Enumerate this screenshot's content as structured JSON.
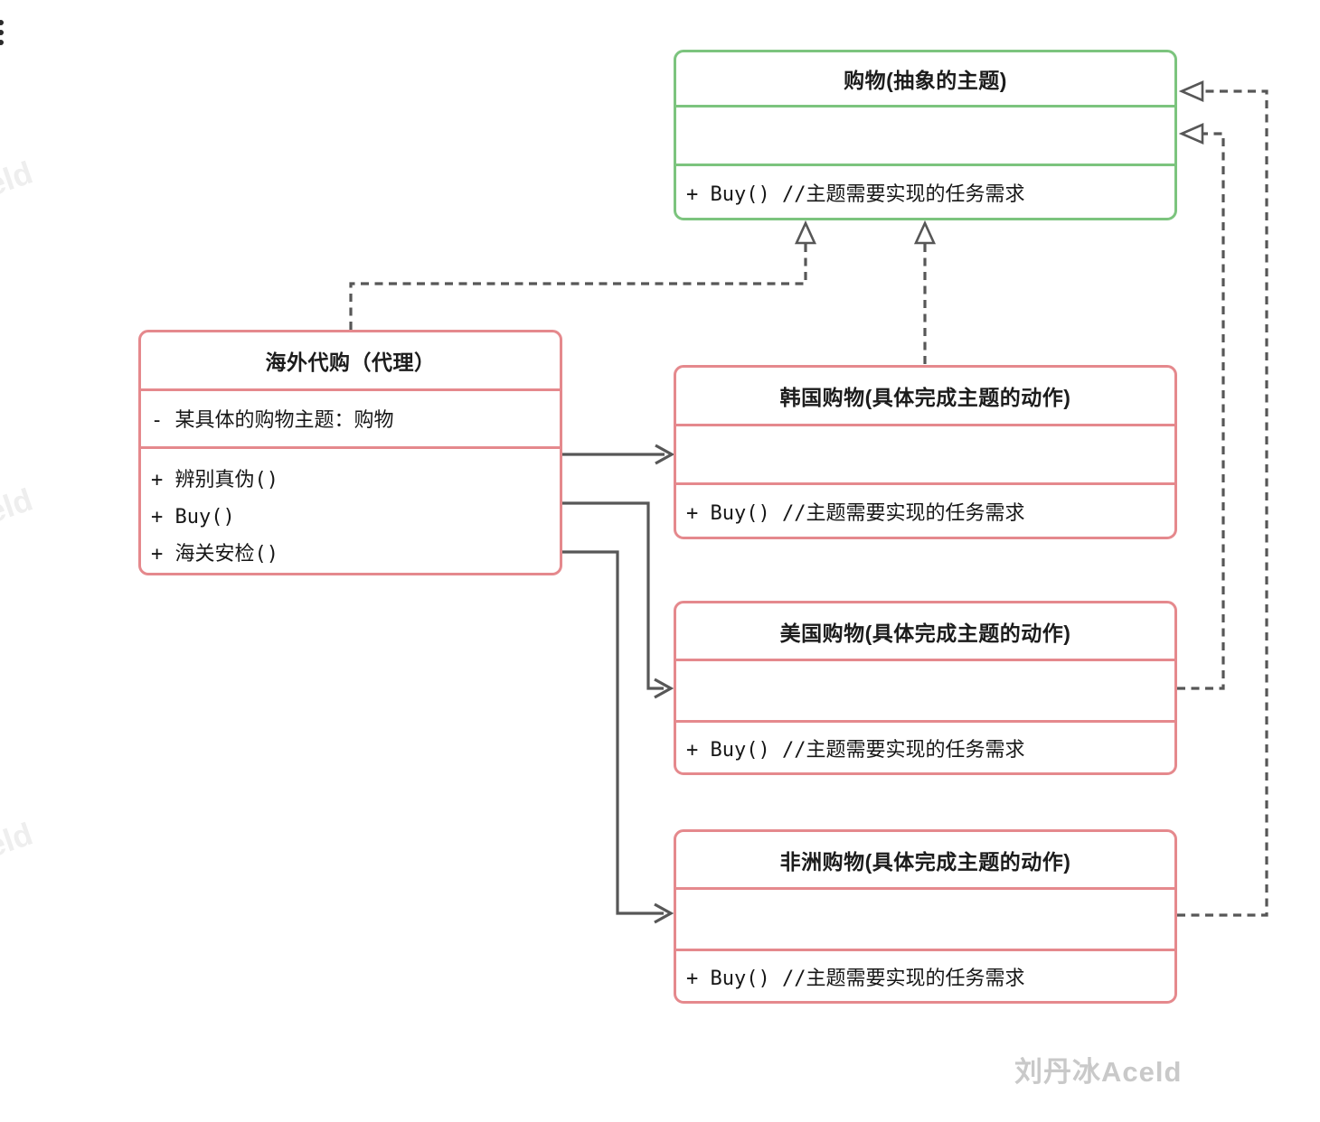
{
  "page": {
    "watermark_text": "刘丹冰Aceld",
    "edge_watermark_text": "Aceld"
  },
  "colors": {
    "abstract-border": "#7cc47e",
    "concrete-border": "#e5898d",
    "connector": "#575757",
    "watermark": "#c9c9c9",
    "edge-watermark": "#eeeeee"
  },
  "classes": {
    "abstract_subject": {
      "title": "购物(抽象的主题)",
      "attributes": [],
      "methods": [
        "+ Buy() //主题需要实现的任务需求"
      ]
    },
    "proxy": {
      "title": "海外代购（代理）",
      "attributes": [
        "- 某具体的购物主题：购物"
      ],
      "methods": [
        "+ 辨别真伪()",
        "+ Buy()",
        "+ 海关安检()"
      ]
    },
    "korea": {
      "title": "韩国购物(具体完成主题的动作)",
      "attributes": [],
      "methods": [
        "+ Buy() //主题需要实现的任务需求"
      ]
    },
    "usa": {
      "title": "美国购物(具体完成主题的动作)",
      "attributes": [],
      "methods": [
        "+ Buy() //主题需要实现的任务需求"
      ]
    },
    "africa": {
      "title": "非洲购物(具体完成主题的动作)",
      "attributes": [],
      "methods": [
        "+ Buy() //主题需要实现的任务需求"
      ]
    }
  },
  "relations": [
    {
      "from": "proxy",
      "to": "abstract_subject",
      "type": "realization (dashed, hollow triangle)"
    },
    {
      "from": "korea",
      "to": "abstract_subject",
      "type": "realization (dashed, hollow triangle)"
    },
    {
      "from": "usa",
      "to": "abstract_subject",
      "type": "realization (dashed, hollow triangle)"
    },
    {
      "from": "africa",
      "to": "abstract_subject",
      "type": "realization (dashed, hollow triangle)"
    },
    {
      "from": "proxy",
      "to": "korea",
      "type": "association (solid, open arrow)"
    },
    {
      "from": "proxy",
      "to": "usa",
      "type": "association (solid, open arrow)"
    },
    {
      "from": "proxy",
      "to": "africa",
      "type": "association (solid, open arrow)"
    }
  ]
}
